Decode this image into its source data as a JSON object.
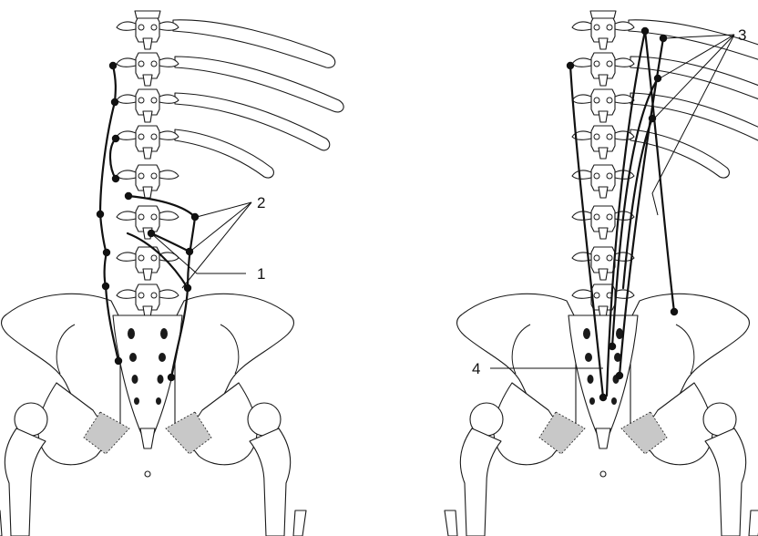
{
  "figure": {
    "labels": [
      {
        "id": "1",
        "text": "1"
      },
      {
        "id": "2",
        "text": "2"
      },
      {
        "id": "3",
        "text": "3"
      },
      {
        "id": "4",
        "text": "4"
      }
    ],
    "colors": {
      "line": "#111111",
      "ligament_fill": "#c8c8c8",
      "background": "#ffffff"
    }
  }
}
